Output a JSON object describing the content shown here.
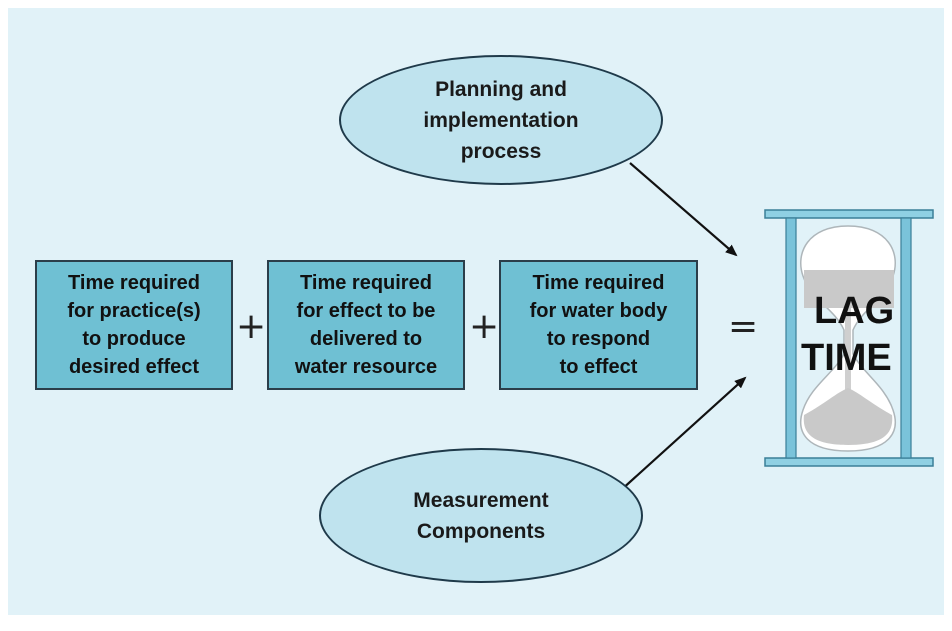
{
  "ellipse_top": "Planning and\nimplementation\nprocess",
  "ellipse_bottom": "Measurement\nComponents",
  "boxes": [
    "Time required\nfor practice(s)\nto produce\ndesired effect",
    "Time required\nfor effect to be\ndelivered to\nwater resource",
    "Time required\nfor water body\nto respond\nto effect"
  ],
  "operators": [
    "+",
    "+",
    "="
  ],
  "hourglass_label": [
    "LAG",
    "TIME"
  ],
  "colors": {
    "background": "#e1f2f8",
    "box_fill": "#6fc0d3",
    "ellipse_fill": "#bfe3ee",
    "hourglass_frame": "#79c3da",
    "sand": "#c9c9c9"
  }
}
